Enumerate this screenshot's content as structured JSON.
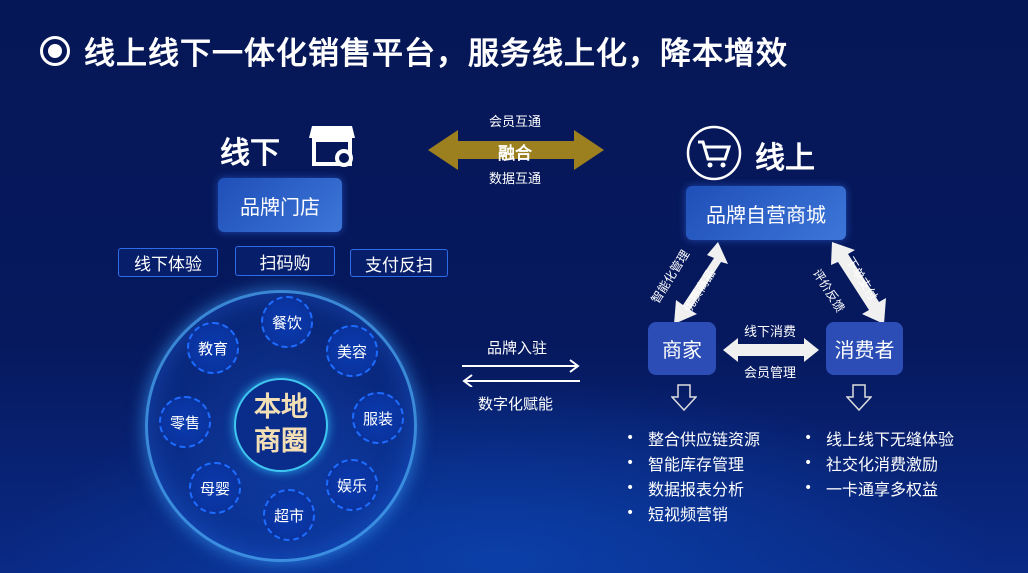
{
  "title": "线上线下一体化销售平台，服务线上化，降本增效",
  "offline": {
    "label": "线下",
    "store": "品牌门店",
    "tags": [
      "线下体验",
      "扫码购",
      "支付反扫"
    ]
  },
  "merge": {
    "top": "会员互通",
    "center": "融合",
    "bottom": "数据互通"
  },
  "online": {
    "label": "线上",
    "mall": "品牌自营商城"
  },
  "triangle": {
    "merchant": "商家",
    "consumer": "消费者",
    "left_outer": "智能化管理",
    "left_inner": "优质商品",
    "right_outer": "下单支付",
    "right_inner": "评价反馈",
    "bottom_top": "线下消费",
    "bottom_bottom": "会员管理"
  },
  "middle": {
    "top": "品牌入驻",
    "bottom": "数字化赋能"
  },
  "circle": {
    "center": [
      "本地",
      "商圈"
    ],
    "items": [
      "餐饮",
      "美容",
      "服装",
      "娱乐",
      "超市",
      "母婴",
      "零售",
      "教育"
    ]
  },
  "merchant_list": [
    "整合供应链资源",
    "智能库存管理",
    "数据报表分析",
    "短视频营销"
  ],
  "consumer_list": [
    "线上线下无缝体验",
    "社交化消费激励",
    "一卡通享多权益"
  ],
  "colors": {
    "merge_arrow": "#9c7f1e",
    "box": "#2b4db5"
  }
}
